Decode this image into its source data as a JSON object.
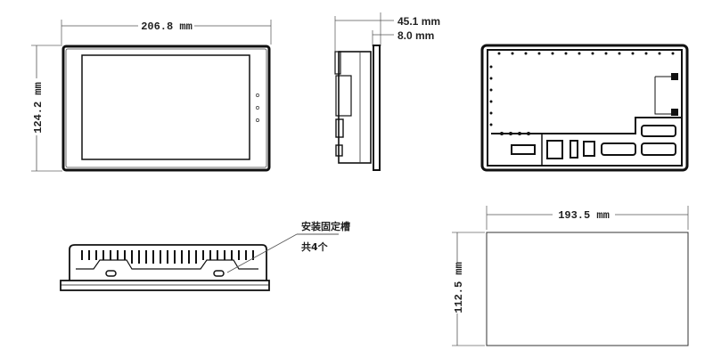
{
  "front_view": {
    "width_label": "206.8 mm",
    "height_label": "124.2 mm"
  },
  "side_view": {
    "depth_label": "45.1 mm",
    "flange_label": "8.0 mm"
  },
  "bottom_view": {
    "callout_line1": "安装固定槽",
    "callout_line2": "共4个"
  },
  "cutout": {
    "width_label": "193.5 mm",
    "height_label": "112.5 mm"
  }
}
